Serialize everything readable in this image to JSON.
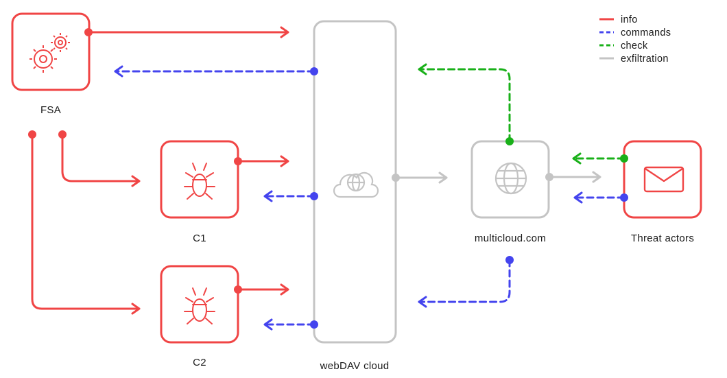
{
  "legend": {
    "items": [
      {
        "label": "info",
        "color": "#f04545",
        "style": "solid"
      },
      {
        "label": "commands",
        "color": "#4444ee",
        "style": "dashed"
      },
      {
        "label": "check",
        "color": "#19b019",
        "style": "dashed"
      },
      {
        "label": "exfiltration",
        "color": "#c4c4c4",
        "style": "solid"
      }
    ]
  },
  "nodes": {
    "fsa": {
      "label": "FSA",
      "icon": "gears-icon"
    },
    "c1": {
      "label": "C1",
      "icon": "bug-icon"
    },
    "c2": {
      "label": "C2",
      "icon": "bug-icon"
    },
    "webdav": {
      "label": "webDAV cloud",
      "icon": "cloud-globe-icon"
    },
    "multicloud": {
      "label": "multicloud.com",
      "icon": "globe-icon"
    },
    "threat": {
      "label": "Threat actors",
      "icon": "envelope-icon"
    }
  },
  "colors": {
    "info": "#f04545",
    "commands": "#4444ee",
    "check": "#19b019",
    "exfiltration": "#c4c4c4"
  }
}
